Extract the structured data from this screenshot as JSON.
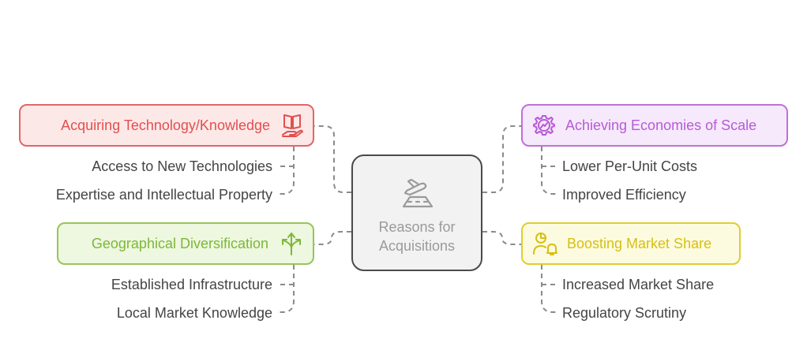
{
  "center": {
    "label_line1": "Reasons for",
    "label_line2": "Acquisitions",
    "icon": "airplane-takeoff-icon"
  },
  "branches": [
    {
      "title": "Acquiring Technology/Knowledge",
      "icon": "book-hand-icon",
      "color": "#e0504e",
      "fill": "#fde8e8",
      "items": [
        "Access to New Technologies",
        "Expertise and Intellectual Property"
      ]
    },
    {
      "title": "Geographical Diversification",
      "icon": "branching-arrows-icon",
      "color": "#7cb83a",
      "fill": "#eef7df",
      "items": [
        "Established Infrastructure",
        "Local Market Knowledge"
      ]
    },
    {
      "title": "Achieving Economies of Scale",
      "icon": "gear-trend-icon",
      "color": "#b65bd6",
      "fill": "#f6e9fb",
      "items": [
        "Lower Per-Unit Costs",
        "Improved Efficiency"
      ]
    },
    {
      "title": "Boosting Market Share",
      "icon": "user-pie-bell-icon",
      "color": "#d7bf12",
      "fill": "#fdfbdf",
      "items": [
        "Increased Market Share",
        "Regulatory Scrutiny"
      ]
    }
  ]
}
